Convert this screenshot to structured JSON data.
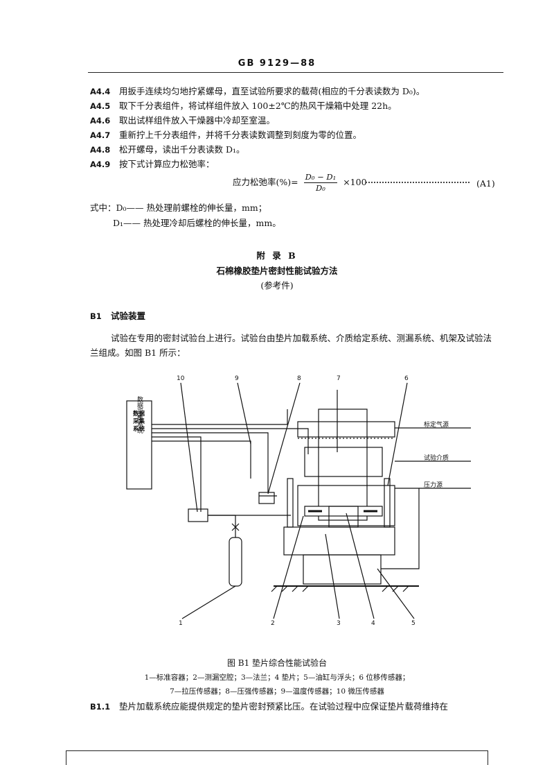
{
  "header": {
    "code": "GB 9129—88"
  },
  "steps": [
    {
      "num": "A4.4",
      "text": "用扳手连续均匀地拧紧螺母，直至试验所要求的载荷(相应的千分表读数为 D₀)。"
    },
    {
      "num": "A4.5",
      "text": "取下千分表组件，将试样组件放入 100±2℃的热风干燥箱中处理 22h。"
    },
    {
      "num": "A4.6",
      "text": "取出试样组件放入干燥器中冷却至室温。"
    },
    {
      "num": "A4.7",
      "text": "重新拧上千分表组件，并将千分表读数调整到刻度为零的位置。"
    },
    {
      "num": "A4.8",
      "text": "松开螺母，读出千分表读数 D₁。"
    },
    {
      "num": "A4.9",
      "text": "按下式计算应力松弛率："
    }
  ],
  "formula": {
    "lhs": "应力松弛率(%)=",
    "numerator": "D₀ − D₁",
    "denominator": "D₀",
    "rhs": "×100",
    "label": "(A1)"
  },
  "where": {
    "lead": "式中：",
    "d0": "D₀—— 热处理前螺栓的伸长量，mm；",
    "d1": "D₁—— 热处理冷却后螺栓的伸长量，mm。"
  },
  "appendix": {
    "title": "附 录 B",
    "subtitle": "石棉橡胶垫片密封性能试验方法",
    "note": "(参考件)"
  },
  "section_b1": {
    "heading_num": "B1",
    "heading": "试验装置",
    "para_line1": "试验在专用的密封试验台上进行。试验台由垫片加载系统、介质给定系统、测漏系统、机架及试验法",
    "para_line2": "兰组成。如图 B1 所示："
  },
  "figure": {
    "caption": "图 B1  垫片综合性能试验台",
    "legend_line1": "1—标准容器；2—测漏空腔；3—法兰；4  垫片；5—油缸与浮头；6  位移传感器；",
    "legend_line2": "7—拉压传感器；8—压强传感器；9—温度传感器；10  微压传感器",
    "box_label": "数据采集系统",
    "label_gas": "标定气源",
    "label_medium": "试验介质",
    "label_pressure": "压力源",
    "numbers": [
      "1",
      "2",
      "3",
      "4",
      "5",
      "6",
      "7",
      "8",
      "9",
      "10"
    ]
  },
  "b1_1": {
    "num": "B1.1",
    "text": "垫片加载系统应能提供规定的垫片密封预紧比压。在试验过程中应保证垫片载荷维持在"
  }
}
